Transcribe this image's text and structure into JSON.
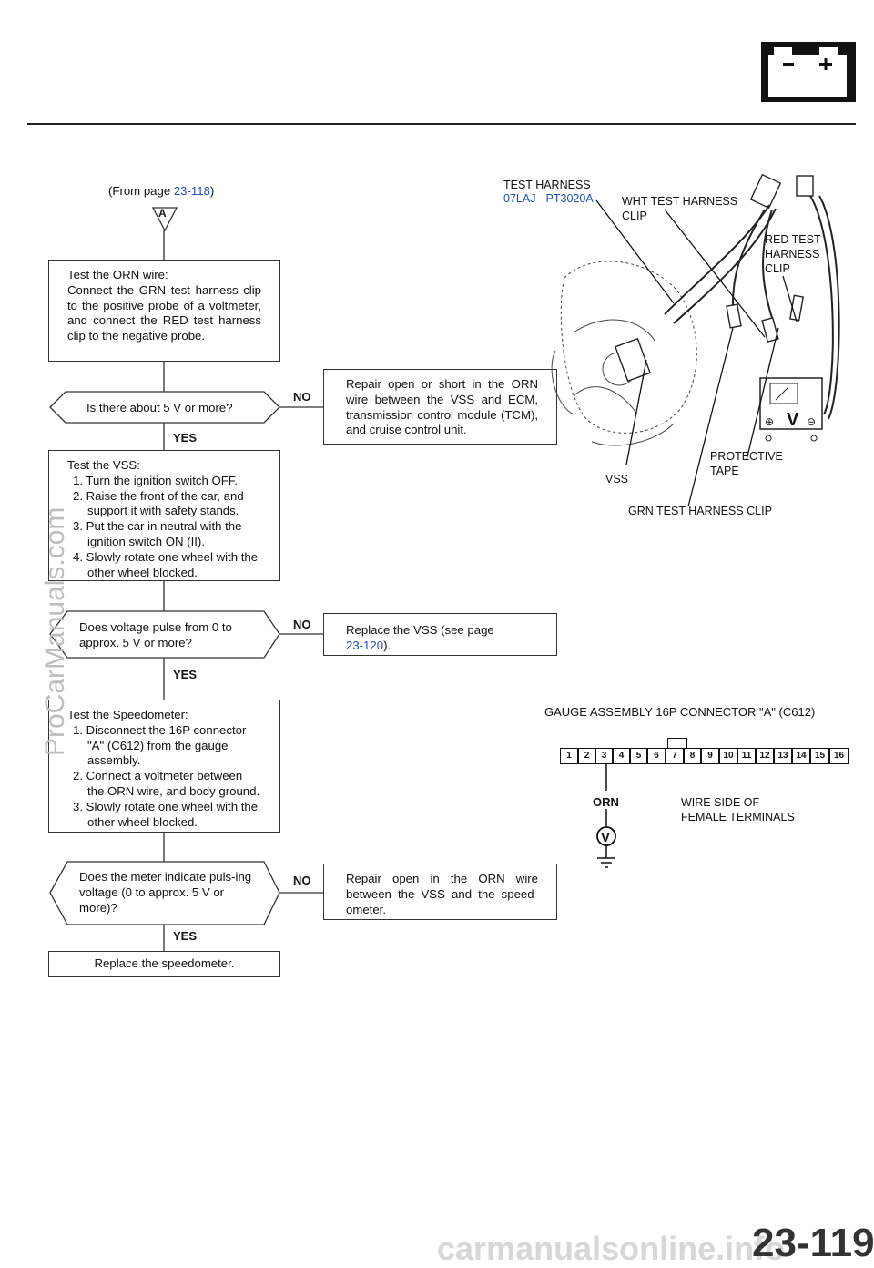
{
  "header": {
    "battery_icon": "battery-icon",
    "battery_symbols": "−  +"
  },
  "flow": {
    "from_page_prefix": "(From page ",
    "from_page_ref": "23-118",
    "from_page_suffix": ")",
    "connector_label": "A",
    "step1": "Test the ORN wire:\nConnect the GRN test harness clip to the positive probe of a voltmeter, and connect the RED test harness clip to the negative probe.",
    "q1": "Is there about 5 V or more?",
    "no1_label": "NO",
    "no1_action": "Repair open or short in the ORN wire between the VSS and ECM, transmission control module (TCM), and cruise control unit.",
    "yes1_label": "YES",
    "step2_title": "Test the VSS:",
    "step2_items": [
      "1. Turn the ignition switch OFF.",
      "2. Raise the front of the car, and support it with safety stands.",
      "3. Put the car in neutral with the ignition switch ON (II).",
      "4. Slowly rotate one wheel with the other wheel blocked."
    ],
    "q2": "Does voltage pulse from 0 to approx. 5 V or more?",
    "no2_label": "NO",
    "no2_action_prefix": "Replace the VSS (see page",
    "no2_action_ref": "23-120",
    "no2_action_suffix": ").",
    "yes2_label": "YES",
    "step3_title": "Test the Speedometer:",
    "step3_items": [
      "1. Disconnect the 16P connector \"A\" (C612) from the gauge assembly.",
      "2. Connect a voltmeter between the ORN wire, and body ground.",
      "3. Slowly rotate one wheel with the other wheel blocked."
    ],
    "q3": "Does the meter indicate puls-ing voltage (0 to approx. 5 V or more)?",
    "no3_label": "NO",
    "no3_action": "Repair open in the ORN wire between the VSS and the speed-ometer.",
    "yes3_label": "YES",
    "final": "Replace the speedometer."
  },
  "illustration": {
    "test_harness": "TEST HARNESS",
    "test_harness_part": "07LAJ - PT3020A",
    "wht_clip": "WHT TEST HARNESS CLIP",
    "red_clip": "RED TEST HARNESS CLIP",
    "protective_tape": "PROTECTIVE TAPE",
    "vss": "VSS",
    "grn_clip": "GRN TEST HARNESS CLIP",
    "meter_symbol": "V"
  },
  "connector": {
    "title": "GAUGE ASSEMBLY 16P CONNECTOR \"A\" (C612)",
    "terminals": [
      "1",
      "2",
      "3",
      "4",
      "5",
      "6",
      "7",
      "8",
      "9",
      "10",
      "11",
      "12",
      "13",
      "14",
      "15",
      "16"
    ],
    "wire": "ORN",
    "wire_side": "WIRE SIDE OF",
    "female": "FEMALE TERMINALS",
    "meter_symbol": "V"
  },
  "watermark": "ProCarManuals.com",
  "footer_watermark": "carmanualsonline.info",
  "page_number": "23-119"
}
